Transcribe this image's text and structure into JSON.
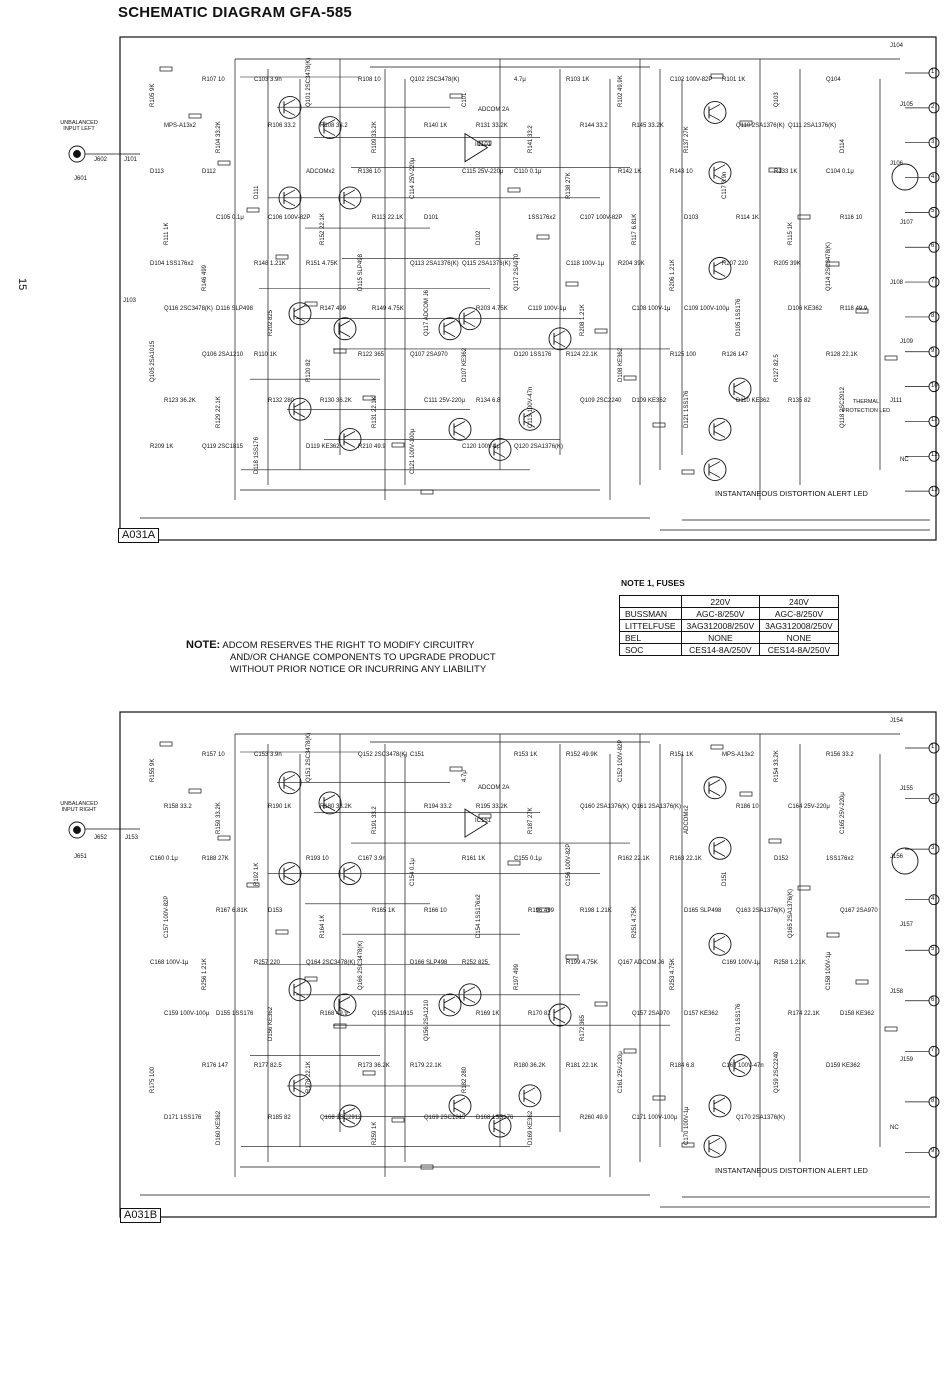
{
  "title": "SCHEMATIC DIAGRAM GFA-585",
  "page_number": "15",
  "note": {
    "label": "NOTE:",
    "lines": [
      "ADCOM RESERVES THE RIGHT TO MODIFY CIRCUITRY",
      "AND/OR CHANGE COMPONENTS TO UPGRADE PRODUCT",
      "WITHOUT PRIOR NOTICE OR INCURRING ANY LIABILITY"
    ]
  },
  "fuses": {
    "title": "NOTE 1, FUSES",
    "headers": [
      "220V",
      "240V"
    ],
    "rows": [
      {
        "brand": "BUSSMAN",
        "v220": "AGC-8/250V",
        "v240": "AGC-8/250V"
      },
      {
        "brand": "LITTELFUSE",
        "v220": "3AG312008/250V",
        "v240": "3AG312008/250V"
      },
      {
        "brand": "BEL",
        "v220": "NONE",
        "v240": "NONE"
      },
      {
        "brand": "SOC",
        "v220": "CES14-8A/250V",
        "v240": "CES14-8A/250V"
      }
    ]
  },
  "boards": [
    {
      "tag": "A031A",
      "input_label": "UNBALANCED INPUT LEFT",
      "input_jacks": [
        "J602",
        "J601",
        "J101",
        "J103"
      ],
      "alert_label": "INSTANTANEOUS DISTORTION ALERT LED",
      "thermal_label": "THERMAL PROTECTION LED",
      "opamp": "ADCOM 2A",
      "opamp_ref": "IC101",
      "components": [
        "R105 9K",
        "R107 10",
        "C103 3.9n",
        "Q101 2SC3478(K)",
        "R108 10",
        "Q102 2SC3478(K)",
        "C101",
        "4.7μ",
        "R103 1K",
        "R102 49.9K",
        "C102 100V-82P",
        "R101 1K",
        "Q103",
        "Q104",
        "MPS-A13x2",
        "R104 33.2K",
        "R106 33.2",
        "R108 33.2",
        "R109 33.2K",
        "R140 1K",
        "R131 33.2K",
        "R141 33.2",
        "R144 33.2",
        "R145 33.2K",
        "R137 27K",
        "Q110 2SA1376(K)",
        "Q111 2SA1376(K)",
        "D114",
        "D113",
        "D112",
        "D111",
        "ADCOMx2",
        "R136 10",
        "C114 25V-220μ",
        "C115 25V-220μ",
        "C110 0.1μ",
        "R138 27K",
        "R142 1K",
        "R143 10",
        "C117 3.9n",
        "R133 1K",
        "C104 0.1μ",
        "R111 1K",
        "C105 0.1μ",
        "C106 100V-82P",
        "R152 22.1K",
        "R113 22.1K",
        "D101",
        "D102",
        "1SS176x2",
        "C107 100V-82P",
        "R117 6.81K",
        "D103",
        "R114 1K",
        "R115 1K",
        "R116 10",
        "D104 1SS176x2",
        "R146 499",
        "R148 1.21K",
        "R151 4.75K",
        "D115 SLP498",
        "Q113 2SA1376(K)",
        "Q115 2SA1376(K)",
        "Q117 2SA970",
        "C118 100V-1μ",
        "R204 39K",
        "R206 1.21K",
        "R207 220",
        "R205 39K",
        "Q114 2SC3478(K)",
        "Q116 2SC3478(K)",
        "D116 SLP498",
        "R202 825",
        "R147 499",
        "R149 4.75K",
        "Q117 ADCOM J6",
        "R203 4.75K",
        "C119 100V-1μ",
        "R208 1.21K",
        "C108 100V-1μ",
        "C109 100V-100μ",
        "D105 1SS176",
        "D106 KE362",
        "R118 49.9",
        "Q105 2SA1015",
        "Q106 2SA1210",
        "R110 1K",
        "R120 82",
        "R122 365",
        "Q107 2SA970",
        "D107 KE362",
        "D120 1SS176",
        "R124 22.1K",
        "D108 KE362",
        "R125 100",
        "R126 147",
        "R127 82.5",
        "R128 22.1K",
        "R123 36.2K",
        "R129 22.1K",
        "R132 280",
        "R130 36.2K",
        "R131 22.1K",
        "C111 25V-220μ",
        "R134 6.8",
        "C113 100V-47n",
        "Q109 2SC2240",
        "D109 KE362",
        "D121 1SS176",
        "D110 KE362",
        "R135 82",
        "Q118 2SC2912",
        "R209 1K",
        "Q119 2SC1815",
        "D118 1SS176",
        "D119 KE362",
        "R210 49.9",
        "C121 100V-100μ",
        "C120 100V-1μ",
        "Q120 2SA1376(K)"
      ],
      "connectors": [
        "J104",
        "J105",
        "J106",
        "J107",
        "J108",
        "J109",
        "J111",
        "NC"
      ]
    },
    {
      "tag": "A031B",
      "input_label": "UNBALANCED INPUT RIGHT",
      "input_jacks": [
        "J652",
        "J651",
        "J153"
      ],
      "alert_label": "INSTANTANEOUS DISTORTION ALERT LED",
      "opamp": "ADCOM 2A",
      "opamp_ref": "IC151",
      "components": [
        "R155 9K",
        "R157 10",
        "C153 3.9n",
        "Q151 2SC3478(K)",
        "Q152 2SC3478(K)",
        "C151",
        "4.7μ",
        "R153 1K",
        "R152 49.9K",
        "C152 100V-82P",
        "R151 1K",
        "MPS-A13x2",
        "R154 33.2K",
        "R156 33.2",
        "R158 33.2",
        "R159 33.2K",
        "R190 1K",
        "R180 33.2K",
        "R191 33.2",
        "R194 33.2",
        "R195 33.2K",
        "R187 27K",
        "Q160 2SA1376(K)",
        "Q161 2SA1376(K)",
        "ADCOMx2",
        "R186 10",
        "C164 25V-220μ",
        "C165 25V-220μ",
        "C160 0.1μ",
        "R188 27K",
        "R192 1K",
        "R193 10",
        "C167 3.9n",
        "C154 0.1μ",
        "R161 1K",
        "C155 0.1μ",
        "C156 100V-82P",
        "R162 22.1K",
        "R163 22.1K",
        "D151",
        "D152",
        "1SS176x2",
        "C157 100V-82P",
        "R167 6.81K",
        "D153",
        "R164 1K",
        "R165 1K",
        "R166 10",
        "D154 1SS176x2",
        "R196 499",
        "R198 1.21K",
        "R251 4.75K",
        "D165 SLP498",
        "Q163 2SA1376(K)",
        "Q165 2SA1376(K)",
        "Q167 2SA970",
        "C168 100V-1μ",
        "R256 1.21K",
        "R257 220",
        "Q164 2SC3478(K)",
        "Q166 2SC3478(K)",
        "D166 SLP498",
        "R252 825",
        "R197 499",
        "R199 4.75K",
        "Q167 ADCOM J6",
        "R253 4.75K",
        "C169 100V-1μ",
        "R258 1.21K",
        "C158 100V-1μ",
        "C159 100V-100μ",
        "D155 1SS176",
        "D156 KE362",
        "R168 49.9",
        "Q155 2SA1015",
        "Q156 2SA1210",
        "R169 1K",
        "R170 82",
        "R172 365",
        "Q157 2SA970",
        "D157 KE362",
        "D170 1SS176",
        "R174 22.1K",
        "D158 KE362",
        "R175 100",
        "R176 147",
        "R177 82.5",
        "R178 22.1K",
        "R173 36.2K",
        "R179 22.1K",
        "R182 280",
        "R180 36.2K",
        "R181 22.1K",
        "C161 25V-220μ",
        "R184 6.8",
        "C163 100V-47n",
        "Q159 2SC2240",
        "D159 KE362",
        "D171 1SS176",
        "D160 KE362",
        "R185 82",
        "Q168 2SC2912",
        "R259 1K",
        "Q169 2SC1815",
        "D168 1SS176",
        "D169 KE362",
        "R260 49.9",
        "C171 100V-100μ",
        "C170 100V-1μ",
        "Q170 2SA1376(K)"
      ],
      "connectors": [
        "J154",
        "J155",
        "J156",
        "J157",
        "J158",
        "J159",
        "NC"
      ]
    }
  ],
  "pins_a": [
    "1",
    "2",
    "3",
    "4",
    "5",
    "6",
    "7",
    "8",
    "9",
    "10",
    "11",
    "12",
    "13"
  ],
  "pins_b": [
    "1",
    "2",
    "3",
    "4",
    "5",
    "6",
    "7",
    "8",
    "9"
  ],
  "colors": {
    "ink": "#111111",
    "paper": "#ffffff"
  }
}
